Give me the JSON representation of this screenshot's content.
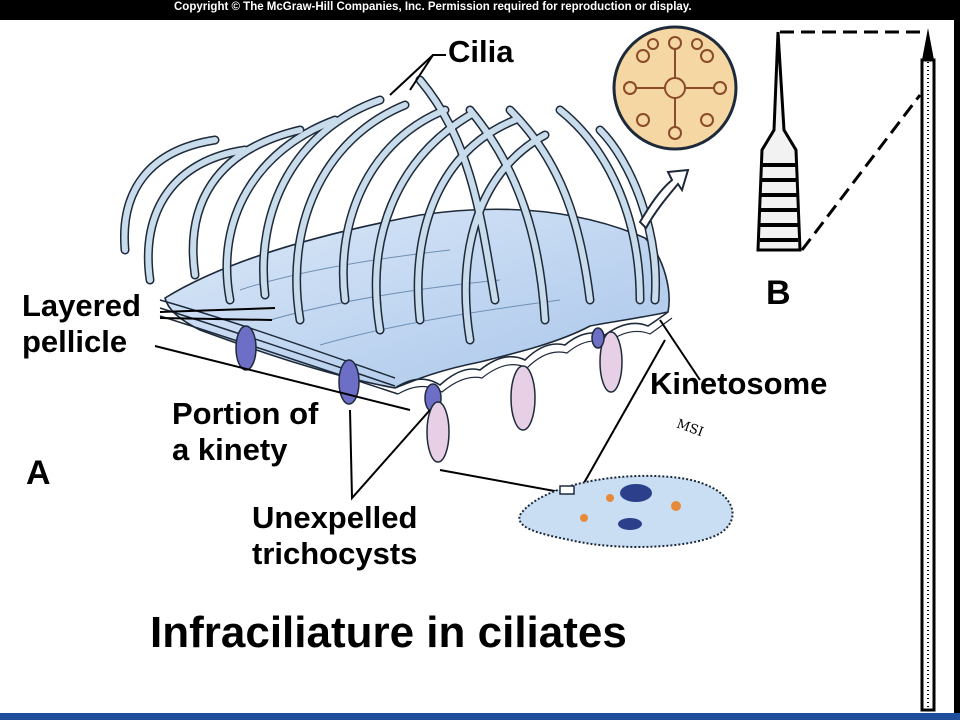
{
  "copyright": "Copyright © The McGraw-Hill Companies, Inc. Permission required for reproduction or display.",
  "labels": {
    "cilia": "Cilia",
    "layered_pellicle_1": "Layered",
    "layered_pellicle_2": "pellicle",
    "portion_kinety_1": "Portion of",
    "portion_kinety_2": "a kinety",
    "unexpelled_1": "Unexpelled",
    "unexpelled_2": "trichocysts",
    "kinetosome": "Kinetosome",
    "panel_a": "A",
    "panel_b": "B",
    "signature": "MSI"
  },
  "title": "Infraciliature in ciliates",
  "colors": {
    "cilia": "#c8dceb",
    "pellicle": "#c2d8f2",
    "outline": "#1e2a3a",
    "trichocyst_dark": "#6d6ec6",
    "trichocyst_light": "#e7cfe6",
    "cross_section": "#f5d7a3",
    "bottom_bar": "#1f4e9c"
  }
}
